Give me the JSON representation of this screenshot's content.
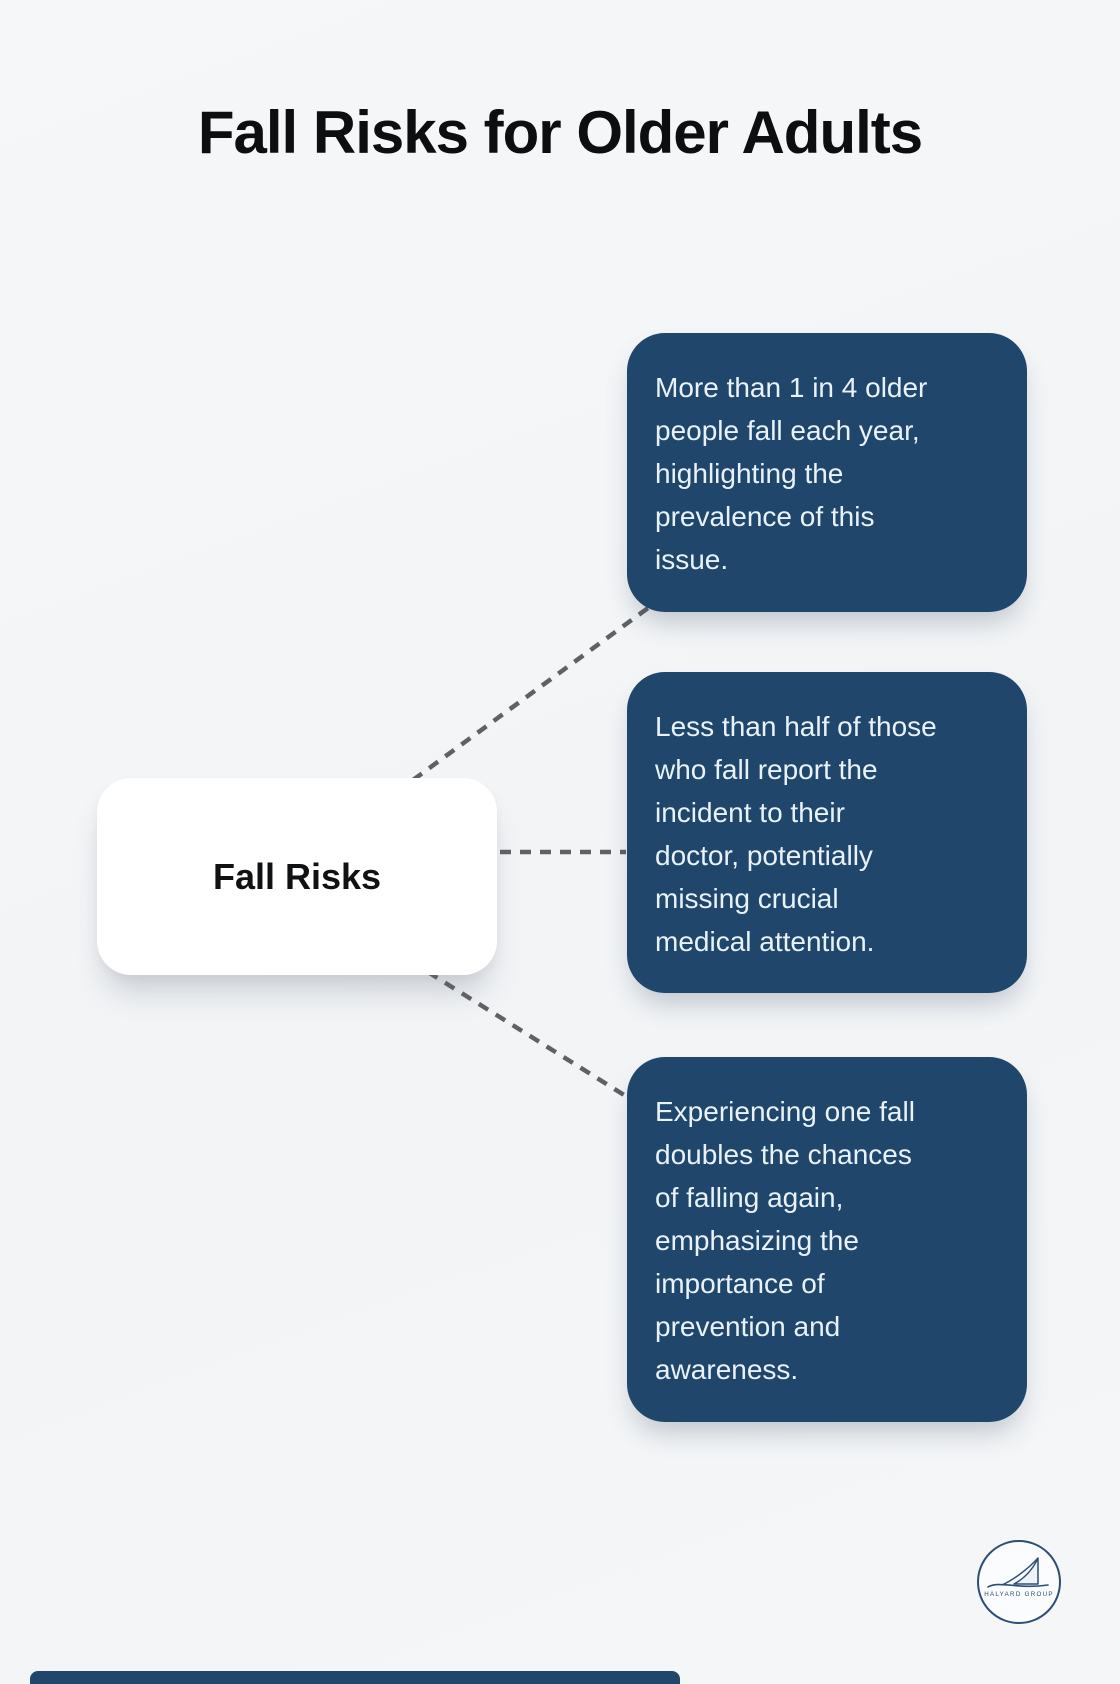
{
  "title": "Fall Risks for Older Adults",
  "center_node": {
    "label": "Fall Risks"
  },
  "branches": [
    {
      "text": "More than 1 in 4 older\npeople fall each year,\nhighlighting the\nprevalence of this\nissue."
    },
    {
      "text": "Less than half of those\nwho fall report the\nincident to their\ndoctor, potentially\nmissing crucial\nmedical attention."
    },
    {
      "text": "Experiencing one fall\ndoubles the chances\nof falling again,\nemphasizing the\nimportance of\nprevention and\nawareness."
    }
  ],
  "logo": {
    "text": "HALYARD GROUP"
  },
  "colors": {
    "card_navy": "#20476b",
    "background": "#f4f6f7",
    "card_text": "#e9f1f9",
    "connector_gray": "#5f6164",
    "title_text": "#0d0e10",
    "node_background": "#ffffff"
  }
}
